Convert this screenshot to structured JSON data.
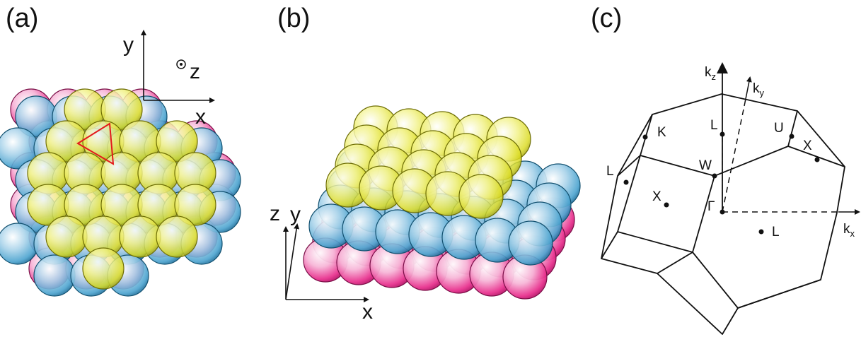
{
  "panels": {
    "a": {
      "label": "(a)",
      "axis_y": "y",
      "axis_x": "x",
      "axis_z": "z"
    },
    "b": {
      "label": "(b)",
      "axis_z": "z",
      "axis_y": "y",
      "axis_x": "x"
    },
    "c": {
      "label": "(c)",
      "axes": {
        "kz": "k",
        "kz_sub": "z",
        "ky": "k",
        "ky_sub": "y",
        "kx": "k",
        "kx_sub": "x"
      },
      "points": {
        "K": "K",
        "L_top": "L",
        "U": "U",
        "X_right": "X",
        "L_left": "L",
        "W": "W",
        "X_left": "X",
        "Gamma": "Γ",
        "L_bottom": "L"
      }
    }
  },
  "colors": {
    "layer_a": "#e8338f",
    "layer_b": "#4ba3cf",
    "layer_c": "#dada1e",
    "triangle": "#e31a1c",
    "line": "#111111"
  }
}
